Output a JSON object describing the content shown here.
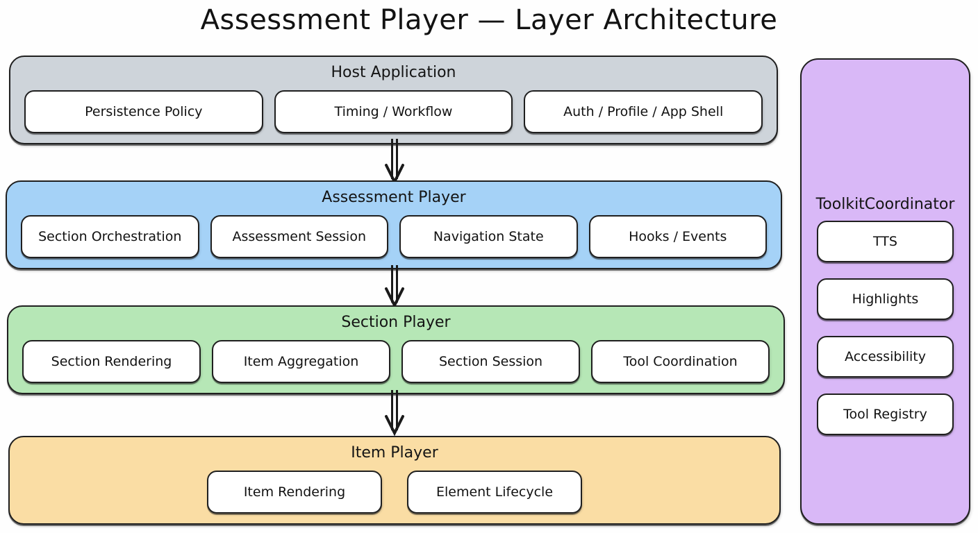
{
  "title": "Assessment Player — Layer Architecture",
  "colors": {
    "background": "#fefefe",
    "stroke": "#1f1f1f",
    "host_fill": "#ced4da",
    "assessment_fill": "#a5d2f7",
    "section_fill": "#b6e7b6",
    "item_fill": "#fadda4",
    "toolkit_fill": "#d9b8f7",
    "node_fill": "#ffffff"
  },
  "layers": [
    {
      "id": "host-application",
      "title": "Host Application",
      "fill": "#ced4da",
      "children": [
        {
          "label": "Persistence Policy"
        },
        {
          "label": "Timing / Workflow"
        },
        {
          "label": "Auth / Profile / App Shell"
        }
      ]
    },
    {
      "id": "assessment-player",
      "title": "Assessment Player",
      "fill": "#a5d2f7",
      "children": [
        {
          "label": "Section Orchestration"
        },
        {
          "label": "Assessment Session"
        },
        {
          "label": "Navigation State"
        },
        {
          "label": "Hooks / Events"
        }
      ]
    },
    {
      "id": "section-player",
      "title": "Section Player",
      "fill": "#b6e7b6",
      "children": [
        {
          "label": "Section Rendering"
        },
        {
          "label": "Item Aggregation"
        },
        {
          "label": "Section Session"
        },
        {
          "label": "Tool Coordination"
        }
      ]
    },
    {
      "id": "item-player",
      "title": "Item Player",
      "fill": "#fadda4",
      "children": [
        {
          "label": "Item Rendering"
        },
        {
          "label": "Element Lifecycle"
        }
      ]
    }
  ],
  "toolkit": {
    "id": "toolkit-coordinator",
    "title": "ToolkitCoordinator",
    "fill": "#d9b8f7",
    "items": [
      {
        "label": "TTS"
      },
      {
        "label": "Highlights"
      },
      {
        "label": "Accessibility"
      },
      {
        "label": "Tool Registry"
      }
    ]
  },
  "connectors": [
    {
      "id": "host-to-assessment",
      "from": "host-application",
      "to": "assessment-player",
      "style": "arrow-down"
    },
    {
      "id": "assessment-to-section",
      "from": "assessment-player",
      "to": "section-player",
      "style": "arrow-down"
    },
    {
      "id": "section-to-item",
      "from": "section-player",
      "to": "item-player",
      "style": "arrow-down"
    }
  ]
}
